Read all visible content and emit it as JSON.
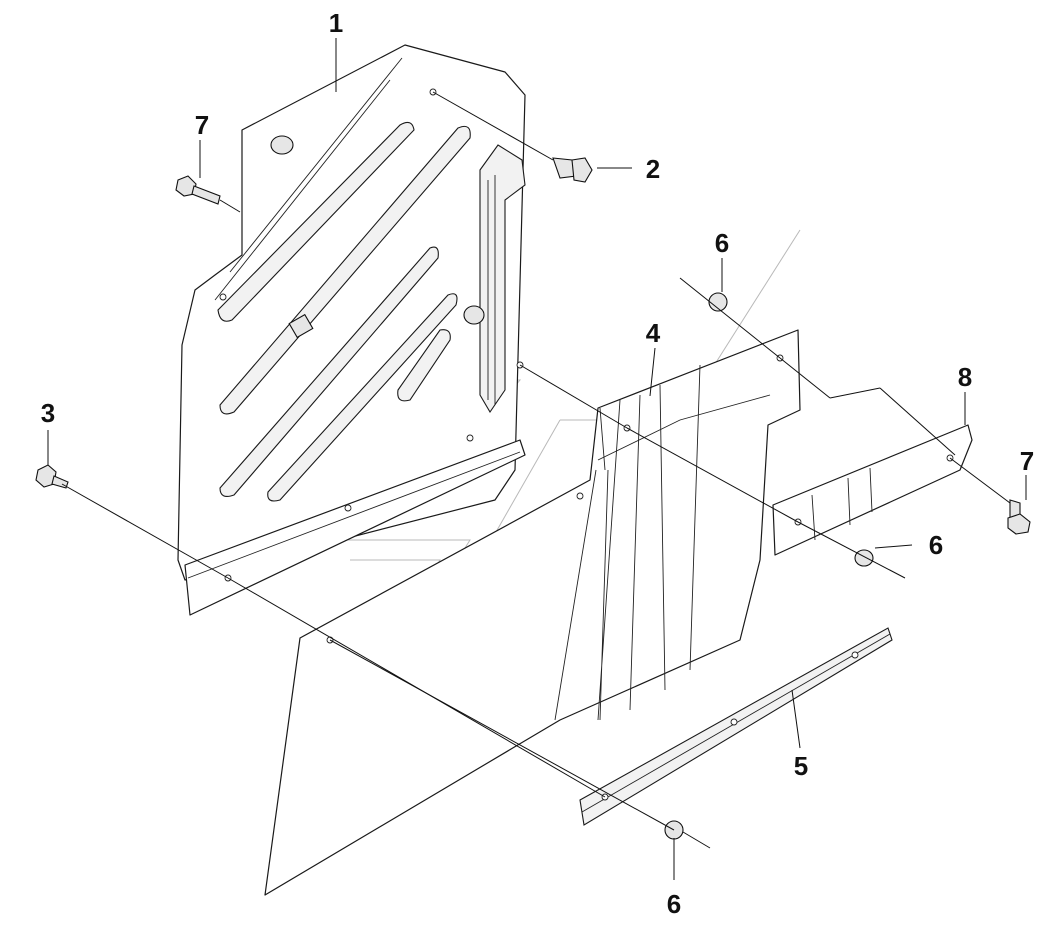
{
  "diagram": {
    "callouts": [
      {
        "id": "c1",
        "label": "1"
      },
      {
        "id": "c2",
        "label": "2"
      },
      {
        "id": "c3",
        "label": "3"
      },
      {
        "id": "c4",
        "label": "4"
      },
      {
        "id": "c5",
        "label": "5"
      },
      {
        "id": "c6a",
        "label": "6"
      },
      {
        "id": "c6b",
        "label": "6"
      },
      {
        "id": "c6c",
        "label": "6"
      },
      {
        "id": "c7a",
        "label": "7"
      },
      {
        "id": "c7b",
        "label": "7"
      },
      {
        "id": "c8",
        "label": "8"
      }
    ]
  }
}
